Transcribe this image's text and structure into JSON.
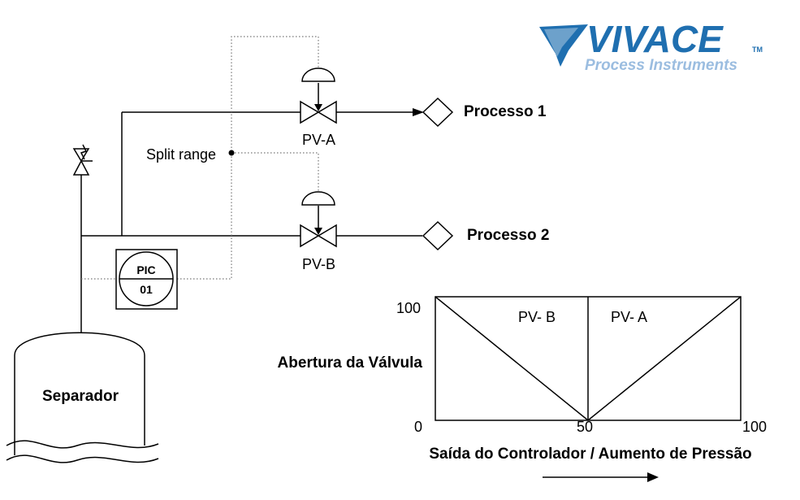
{
  "logo": {
    "brand": "VIVACE",
    "tm": "TM",
    "tagline": "Process Instruments",
    "brand_color": "#1f6fb0",
    "tagline_color": "#9bbde0"
  },
  "diagram": {
    "valve_a_label": "PV-A",
    "valve_b_label": "PV-B",
    "process_1_label": "Processo 1",
    "process_2_label": "Processo 2",
    "split_range_label": "Split range",
    "controller_tag": "PIC",
    "controller_number": "01",
    "vessel_label": "Separador"
  },
  "chart_data": {
    "type": "line",
    "xlabel": "Saída do Controlador / Aumento de Pressão",
    "ylabel": "Abertura da Válvula",
    "x_ticks": [
      "0",
      "50",
      "100"
    ],
    "y_ticks": [
      "100"
    ],
    "xlim": [
      0,
      100
    ],
    "ylim": [
      0,
      100
    ],
    "series": [
      {
        "name": "PV- B",
        "x": [
          0,
          50
        ],
        "y": [
          100,
          0
        ]
      },
      {
        "name": "PV- A",
        "x": [
          50,
          100
        ],
        "y": [
          0,
          100
        ]
      }
    ],
    "divider_x": 50
  }
}
